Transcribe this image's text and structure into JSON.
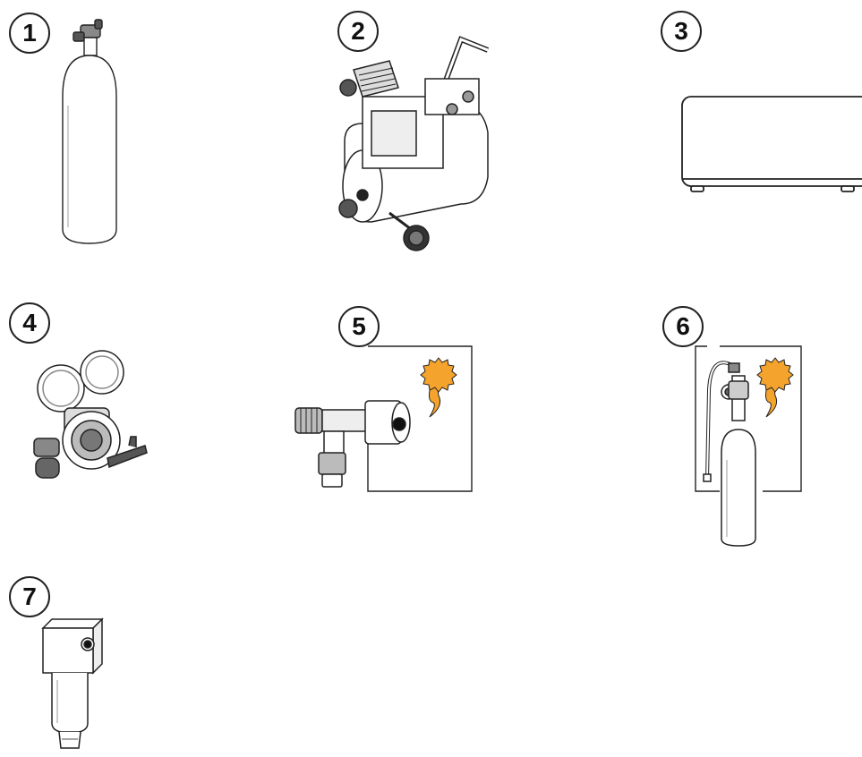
{
  "items": [
    {
      "number": "1",
      "icon": "gas-cylinder-icon"
    },
    {
      "number": "2",
      "icon": "air-compressor-icon"
    },
    {
      "number": "3",
      "icon": "device-box-icon"
    },
    {
      "number": "4",
      "icon": "pressure-regulator-icon"
    },
    {
      "number": "5",
      "icon": "nozzle-adapter-icon",
      "badge": "rosette-badge-icon"
    },
    {
      "number": "6",
      "icon": "small-cylinder-with-hose-icon",
      "badge": "rosette-badge-icon"
    },
    {
      "number": "7",
      "icon": "filter-unit-icon"
    }
  ],
  "colors": {
    "line": "#222222",
    "badge": "#f4a32c",
    "fill_light": "#ffffff",
    "fill_shade": "#d8d8d8"
  }
}
